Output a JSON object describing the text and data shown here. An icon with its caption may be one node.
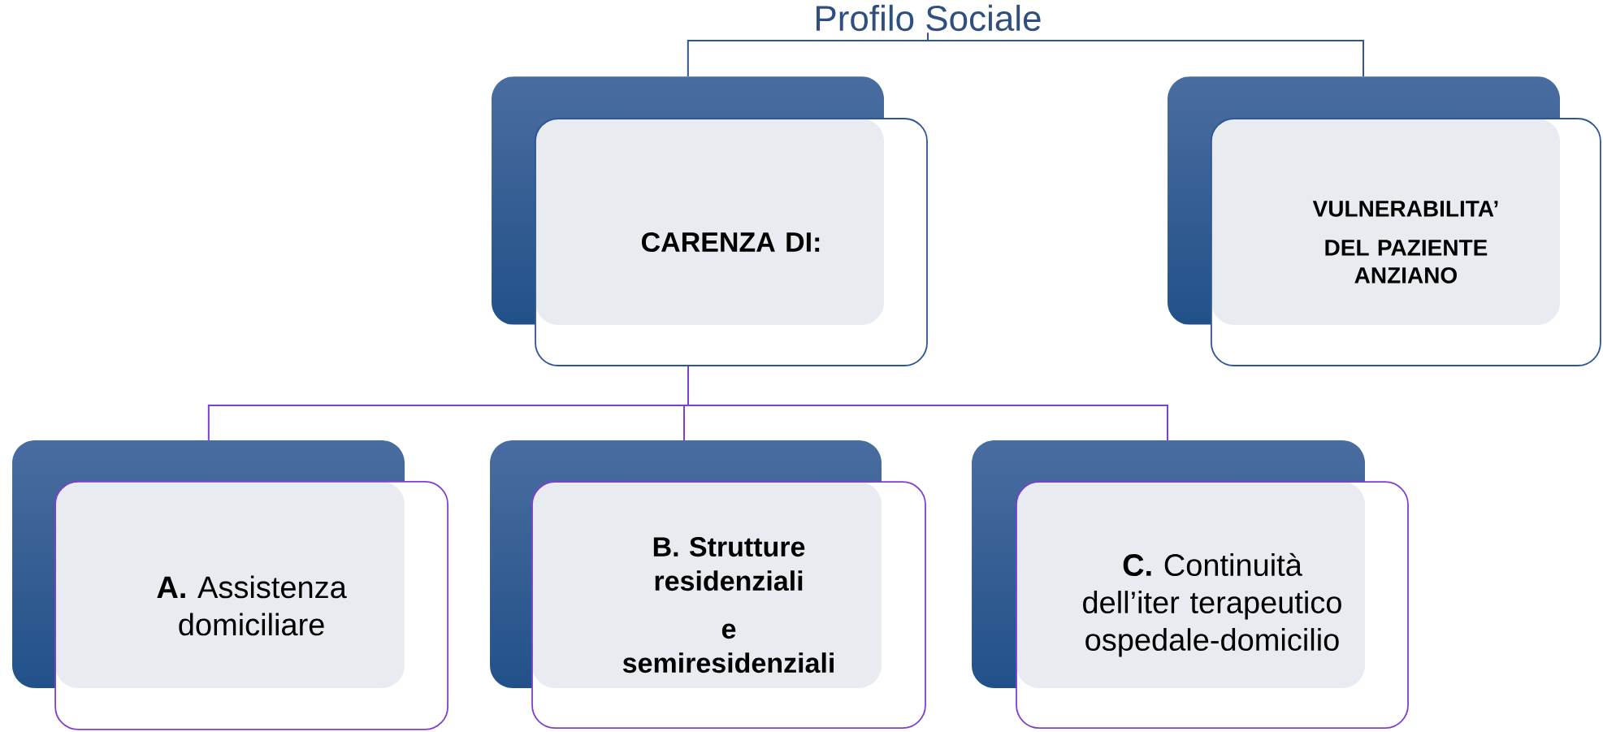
{
  "diagram": {
    "nodes": [
      {
        "text": [
          "Profilo Sociale"
        ]
      },
      {
        "text": [
          "CARENZA DI:"
        ]
      },
      {
        "text": [
          "VULNERABILITA’",
          "DEL PAZIENTE ANZIANO"
        ]
      },
      {
        "text": [
          "**A.** Assistenza domiciliare"
        ]
      },
      {
        "text": [
          "B. Strutture residenziali",
          "e semiresidenziali"
        ]
      },
      {
        "text": [
          "**C.** Continuità dell’iter terapeutico ospedale-domicilio"
        ]
      }
    ],
    "edges": [
      {
        "from": 0,
        "to": 1,
        "arrow": "none",
        "color": "#2f5597"
      },
      {
        "from": 0,
        "to": 2,
        "arrow": "none",
        "color": "#2f5597"
      },
      {
        "from": 1,
        "to": 3,
        "arrow": "none"
      },
      {
        "from": 1,
        "to": 4,
        "arrow": "none"
      },
      {
        "from": 1,
        "to": 5,
        "arrow": "none"
      }
    ]
  }
}
